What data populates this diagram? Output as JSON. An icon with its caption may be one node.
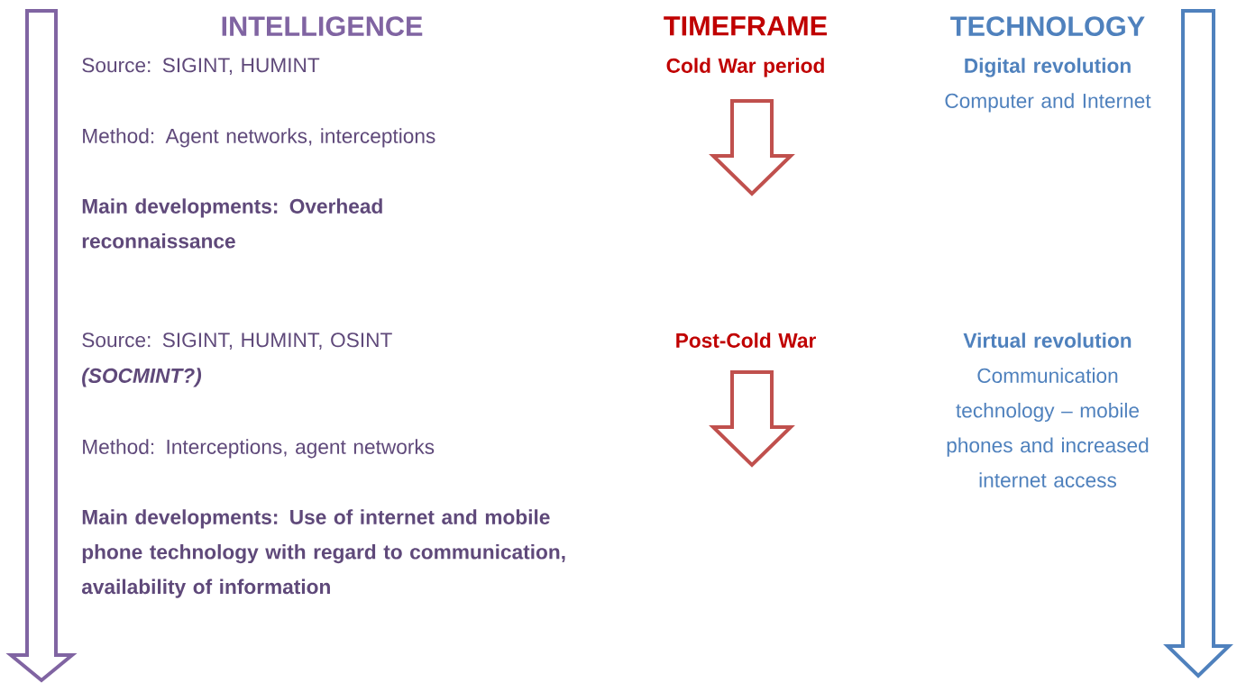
{
  "diagram": {
    "labels": [
      "INTELLIGENCE",
      "TIMEFRAME",
      "TECHNOLOGY",
      "Source: SIGINT, HUMINT",
      "Cold War period",
      "Digital revolution",
      "Computer and Internet",
      "Method: Agent networks, interceptions",
      "Main developments: Overhead reconnaissance",
      "Source: SIGINT, HUMINT, OSINT",
      "Post-Cold War",
      "Virtual revolution",
      "(SOCMINT?)",
      "Communication technology – mobile phones and increased internet access",
      "Method: Interceptions, agent networks",
      "Main developments: Use of internet and mobile phone technology with regard to communication, availability of information"
    ]
  }
}
